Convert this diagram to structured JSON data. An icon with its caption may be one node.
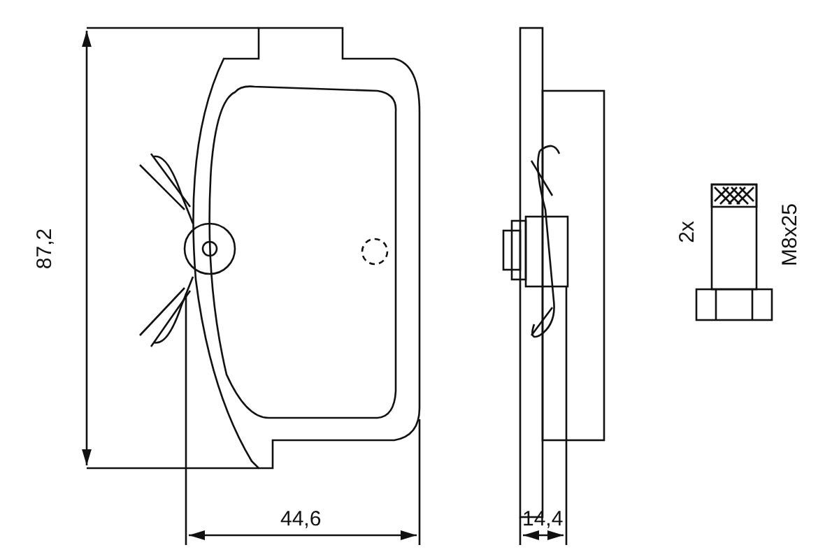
{
  "diagram": {
    "labels": [
      "87,2",
      "44,6",
      "14,4",
      "2x",
      "M8x25"
    ]
  }
}
